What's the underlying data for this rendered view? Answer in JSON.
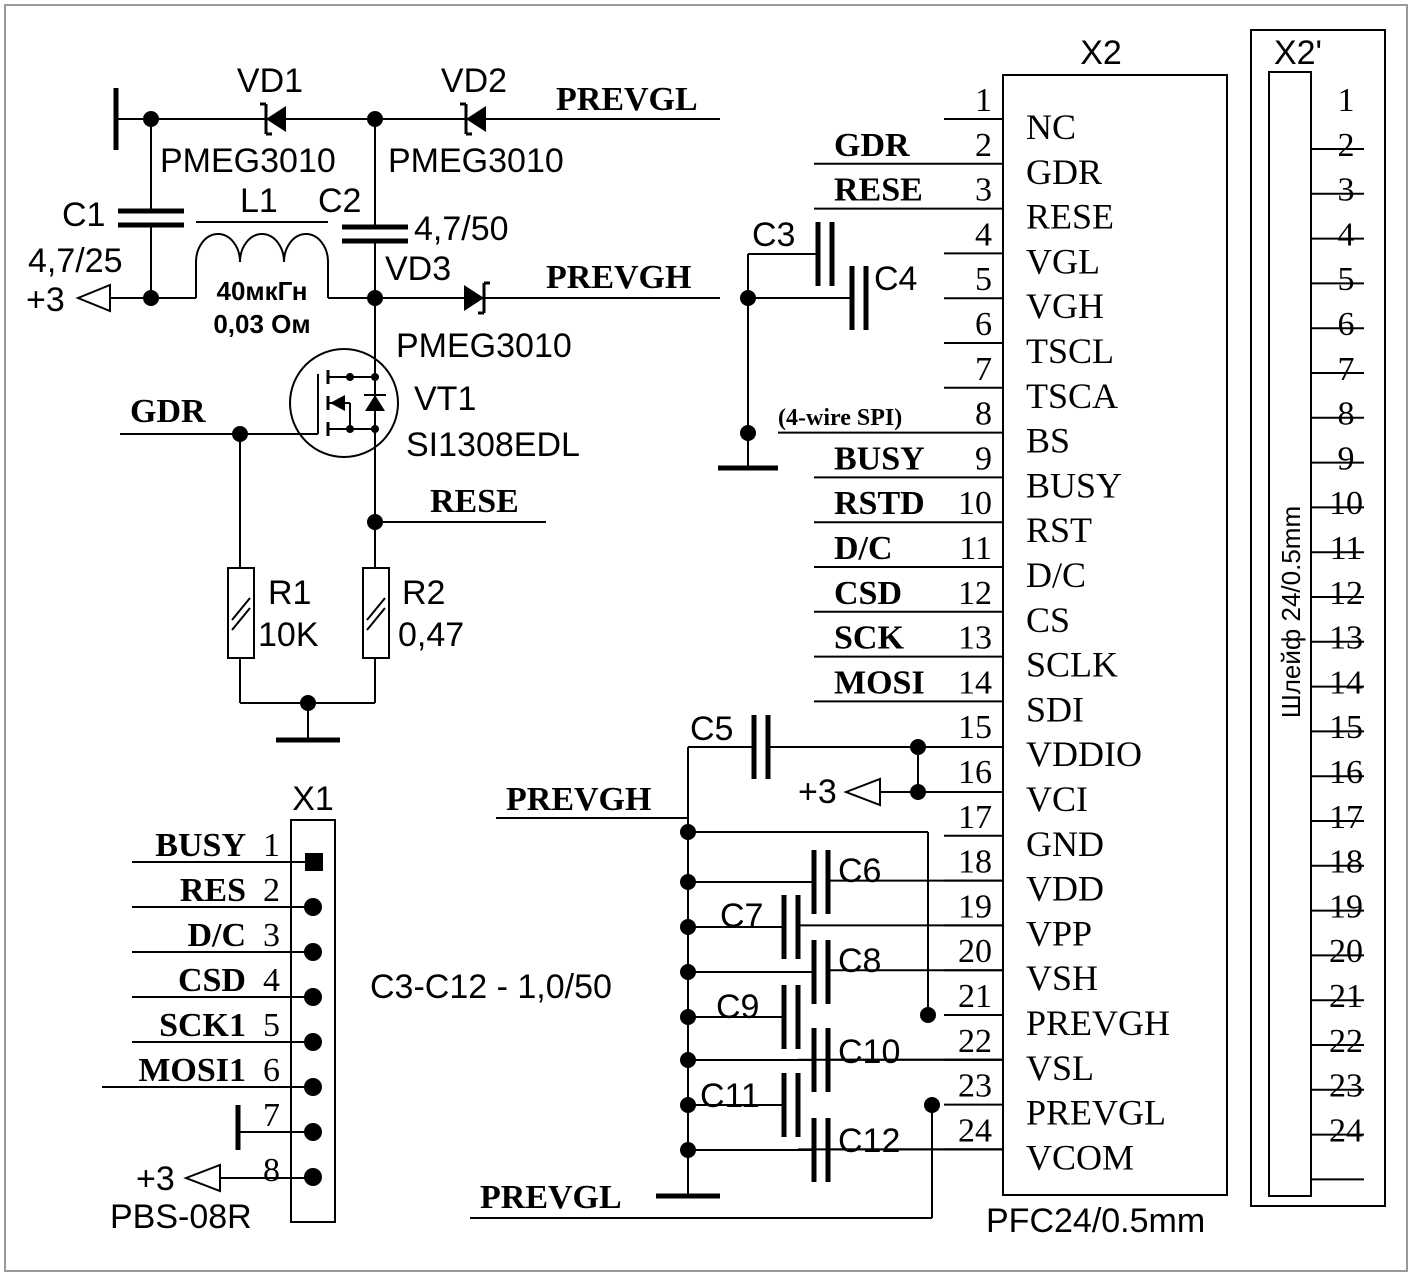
{
  "components": {
    "vd1": {
      "ref": "VD1",
      "part": "PMEG3010"
    },
    "vd2": {
      "ref": "VD2",
      "part": "PMEG3010"
    },
    "vd3": {
      "ref": "VD3",
      "part": "PMEG3010"
    },
    "c1": {
      "ref": "C1",
      "value": "4,7/25"
    },
    "c2": {
      "ref": "C2",
      "value": "4,7/50"
    },
    "l1": {
      "ref": "L1",
      "value": "40мкГн",
      "value2": "0,03 Ом"
    },
    "vt1": {
      "ref": "VT1",
      "part": "SI1308EDL"
    },
    "r1": {
      "ref": "R1",
      "value": "10K"
    },
    "r2": {
      "ref": "R2",
      "value": "0,47"
    },
    "caps": [
      "C3",
      "C4",
      "C5",
      "C6",
      "C7",
      "C8",
      "C9",
      "C10",
      "C11",
      "C12"
    ],
    "caps_note": "C3-C12 - 1,0/50"
  },
  "nets": {
    "prevgl": "PREVGL",
    "prevgh": "PREVGH",
    "gdr": "GDR",
    "rese": "RESE",
    "plus3": "+3",
    "spi": "(4-wire SPI)"
  },
  "x1": {
    "ref": "X1",
    "part": "PBS-08R",
    "pins": [
      {
        "num": "1",
        "net": "BUSY"
      },
      {
        "num": "2",
        "net": "RES"
      },
      {
        "num": "3",
        "net": "D/C"
      },
      {
        "num": "4",
        "net": "CSD"
      },
      {
        "num": "5",
        "net": "SCK1"
      },
      {
        "num": "6",
        "net": "MOSI1"
      },
      {
        "num": "7",
        "net": ""
      },
      {
        "num": "8",
        "net": ""
      }
    ]
  },
  "x2": {
    "ref": "X2",
    "part": "PFC24/0.5mm",
    "pins": [
      {
        "num": "1",
        "name": "NC",
        "net": ""
      },
      {
        "num": "2",
        "name": "GDR",
        "net": "GDR"
      },
      {
        "num": "3",
        "name": "RESE",
        "net": "RESE"
      },
      {
        "num": "4",
        "name": "VGL",
        "net": ""
      },
      {
        "num": "5",
        "name": "VGH",
        "net": ""
      },
      {
        "num": "6",
        "name": "TSCL",
        "net": ""
      },
      {
        "num": "7",
        "name": "TSCA",
        "net": ""
      },
      {
        "num": "8",
        "name": "BS",
        "net": ""
      },
      {
        "num": "9",
        "name": "BUSY",
        "net": "BUSY"
      },
      {
        "num": "10",
        "name": "RST",
        "net": "RSTD"
      },
      {
        "num": "11",
        "name": "D/C",
        "net": "D/C"
      },
      {
        "num": "12",
        "name": "CS",
        "net": "CSD"
      },
      {
        "num": "13",
        "name": "SCLK",
        "net": "SCK"
      },
      {
        "num": "14",
        "name": "SDI",
        "net": "MOSI"
      },
      {
        "num": "15",
        "name": "VDDIO",
        "net": ""
      },
      {
        "num": "16",
        "name": "VCI",
        "net": ""
      },
      {
        "num": "17",
        "name": "GND",
        "net": ""
      },
      {
        "num": "18",
        "name": "VDD",
        "net": ""
      },
      {
        "num": "19",
        "name": "VPP",
        "net": ""
      },
      {
        "num": "20",
        "name": "VSH",
        "net": ""
      },
      {
        "num": "21",
        "name": "PREVGH",
        "net": ""
      },
      {
        "num": "22",
        "name": "VSL",
        "net": ""
      },
      {
        "num": "23",
        "name": "PREVGL",
        "net": ""
      },
      {
        "num": "24",
        "name": "VCOM",
        "net": ""
      }
    ]
  },
  "x2p": {
    "ref": "X2'",
    "cable": "Шлейф 24/0.5mm",
    "pins": [
      "1",
      "2",
      "3",
      "4",
      "5",
      "6",
      "7",
      "8",
      "9",
      "10",
      "11",
      "12",
      "13",
      "14",
      "15",
      "16",
      "17",
      "18",
      "19",
      "20",
      "21",
      "22",
      "23",
      "24"
    ]
  }
}
